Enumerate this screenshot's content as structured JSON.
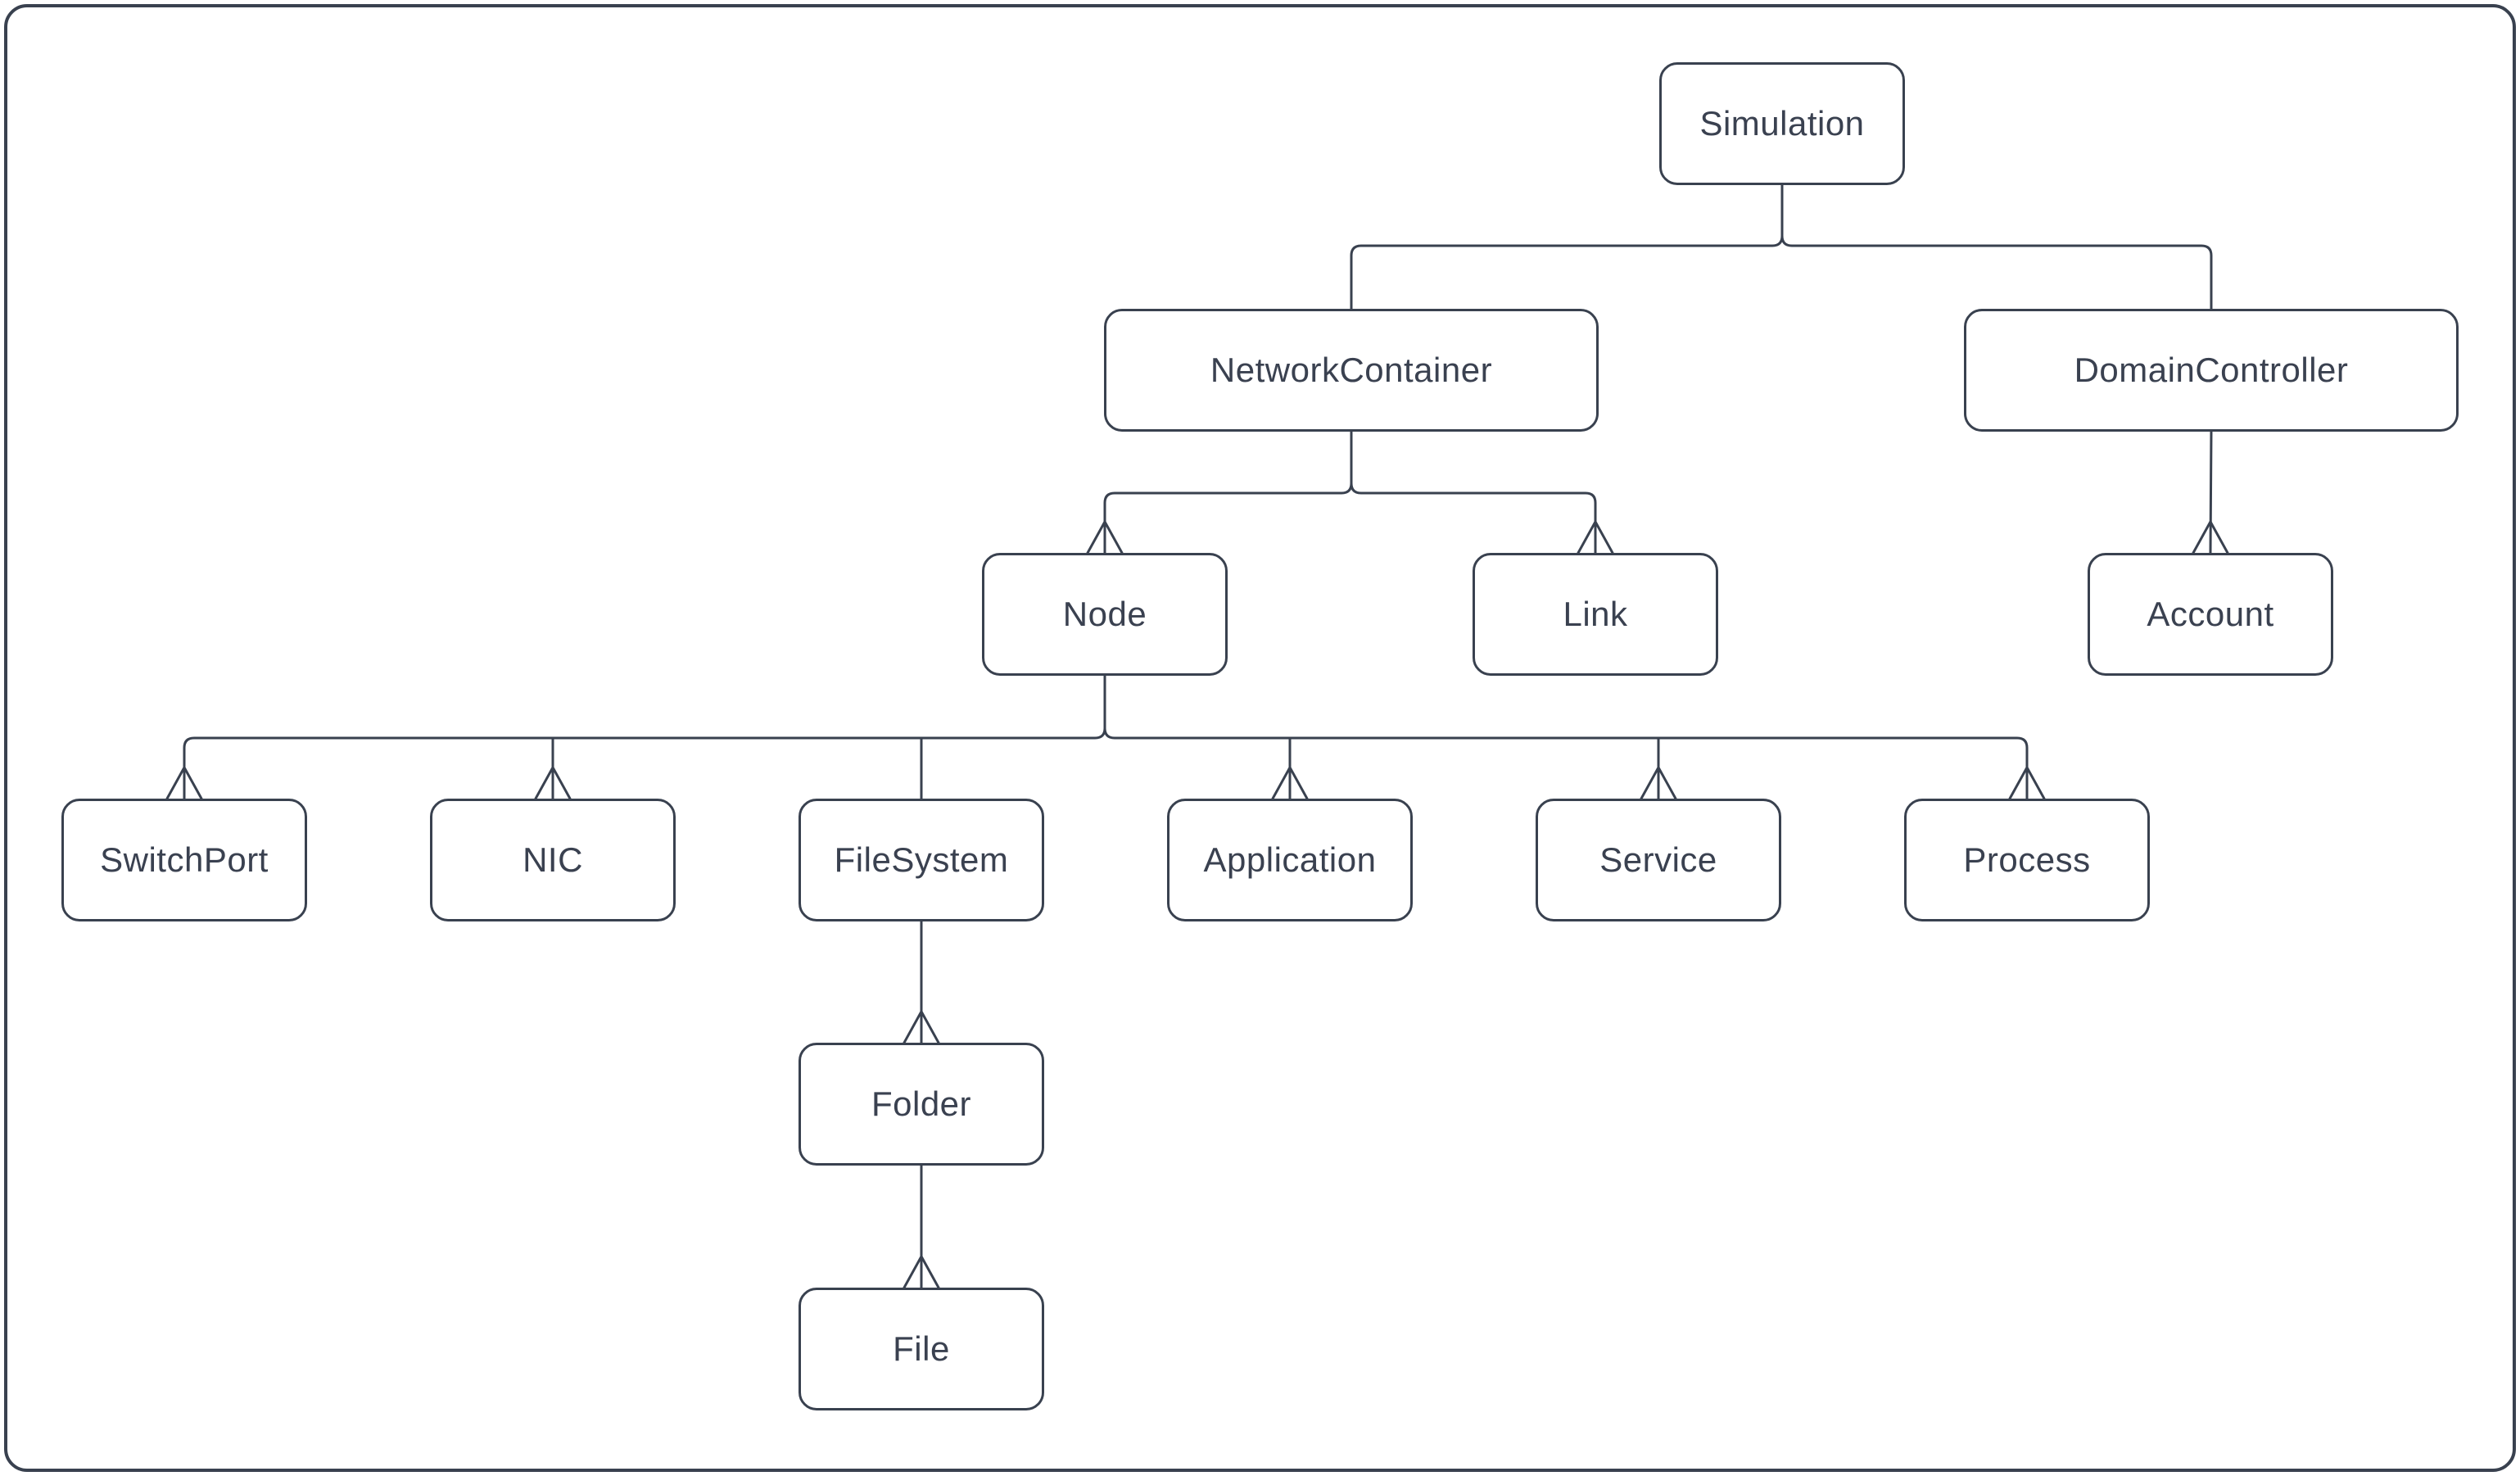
{
  "diagram": {
    "type": "tree",
    "colors": {
      "stroke": "#39414f",
      "text": "#3a4150",
      "node_fill": "#ffffff",
      "background": "#ffffff"
    },
    "nodes": [
      {
        "id": "simulation",
        "label": "Simulation"
      },
      {
        "id": "network-container",
        "label": "NetworkContainer"
      },
      {
        "id": "domain-controller",
        "label": "DomainController"
      },
      {
        "id": "node",
        "label": "Node"
      },
      {
        "id": "link",
        "label": "Link"
      },
      {
        "id": "account",
        "label": "Account"
      },
      {
        "id": "switch-port",
        "label": "SwitchPort"
      },
      {
        "id": "nic",
        "label": "NIC"
      },
      {
        "id": "file-system",
        "label": "FileSystem"
      },
      {
        "id": "application",
        "label": "Application"
      },
      {
        "id": "service",
        "label": "Service"
      },
      {
        "id": "process",
        "label": "Process"
      },
      {
        "id": "folder",
        "label": "Folder"
      },
      {
        "id": "file",
        "label": "File"
      }
    ],
    "edges": [
      {
        "from": "simulation",
        "to": "network-container",
        "arrow": false
      },
      {
        "from": "simulation",
        "to": "domain-controller",
        "arrow": false
      },
      {
        "from": "network-container",
        "to": "node",
        "arrow": true
      },
      {
        "from": "network-container",
        "to": "link",
        "arrow": true
      },
      {
        "from": "domain-controller",
        "to": "account",
        "arrow": true
      },
      {
        "from": "node",
        "to": "switch-port",
        "arrow": true
      },
      {
        "from": "node",
        "to": "nic",
        "arrow": true
      },
      {
        "from": "node",
        "to": "file-system",
        "arrow": false
      },
      {
        "from": "node",
        "to": "application",
        "arrow": true
      },
      {
        "from": "node",
        "to": "service",
        "arrow": true
      },
      {
        "from": "node",
        "to": "process",
        "arrow": true
      },
      {
        "from": "file-system",
        "to": "folder",
        "arrow": true
      },
      {
        "from": "folder",
        "to": "file",
        "arrow": true
      }
    ]
  }
}
